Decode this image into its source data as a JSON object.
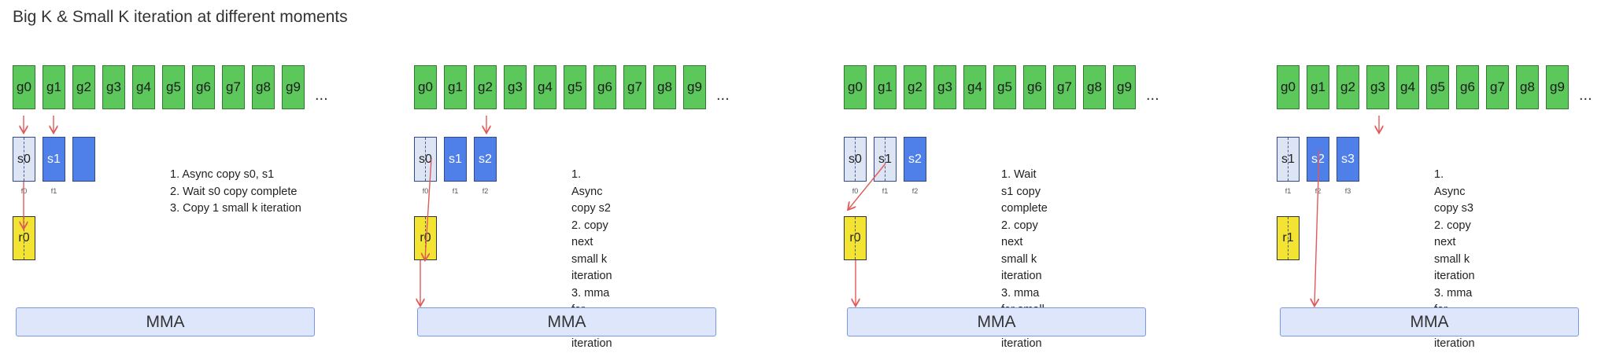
{
  "title": "Big K & Small K iteration at different moments",
  "ellipsis": "...",
  "mma_label": "MMA",
  "colors": {
    "global": "#5cc85c",
    "smem_filled": "#4f7fe8",
    "smem_loaded": "#dde4f4",
    "register": "#f3e433",
    "mma": "#dde6fb",
    "arrow": "#e05a5a"
  },
  "global_tiles": [
    "g0",
    "g1",
    "g2",
    "g3",
    "g4",
    "g5",
    "g6",
    "g7",
    "g8",
    "g9"
  ],
  "panels": [
    {
      "smem": [
        {
          "label": "s0",
          "state": "loaded",
          "flag": "f0"
        },
        {
          "label": "s1",
          "state": "filled",
          "flag": "f1"
        },
        {
          "label": "",
          "state": "filled",
          "flag": ""
        }
      ],
      "register": "r0",
      "steps": [
        "1. Async copy s0, s1",
        "2. Wait s0 copy complete",
        "3. Copy 1 small k iteration"
      ]
    },
    {
      "smem": [
        {
          "label": "s0",
          "state": "loaded",
          "flag": "f0"
        },
        {
          "label": "s1",
          "state": "filled",
          "flag": "f1"
        },
        {
          "label": "s2",
          "state": "filled",
          "flag": "f2"
        }
      ],
      "register": "r0",
      "steps": [
        "1. Async copy s2",
        "2. copy next small k iteration",
        "3. mma for small k iteration"
      ]
    },
    {
      "smem": [
        {
          "label": "s0",
          "state": "loaded",
          "flag": "f0"
        },
        {
          "label": "s1",
          "state": "loaded",
          "flag": "f1"
        },
        {
          "label": "s2",
          "state": "filled",
          "flag": "f2"
        }
      ],
      "register": "r0",
      "steps": [
        "1. Wait s1 copy complete",
        "2. copy next small k iteration",
        "3. mma for small k iteration"
      ]
    },
    {
      "smem": [
        {
          "label": "s1",
          "state": "loaded",
          "flag": "f1"
        },
        {
          "label": "s2",
          "state": "filled",
          "flag": "f2"
        },
        {
          "label": "s3",
          "state": "filled",
          "flag": "f3"
        }
      ],
      "register": "r1",
      "steps": [
        "1. Async copy s3",
        "2. copy next small k iteration",
        "3. mma for small k iteration"
      ]
    }
  ]
}
